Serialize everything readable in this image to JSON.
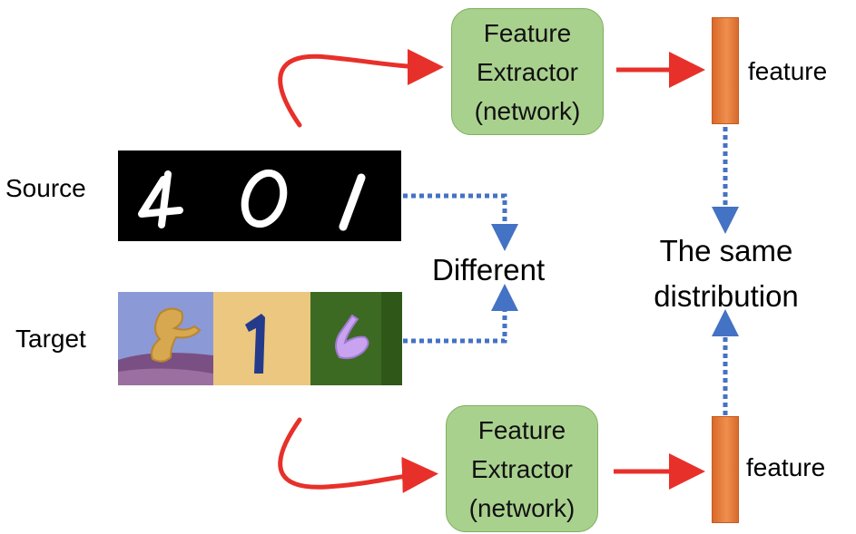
{
  "labels": {
    "source": "Source",
    "target": "Target",
    "different": "Different",
    "same_distribution": "The same distribution",
    "feature_top": "feature",
    "feature_bottom": "feature"
  },
  "extractor_top": {
    "text": "Feature\nExtractor\n(network)"
  },
  "extractor_bottom": {
    "text": "Feature\nExtractor\n(network)"
  },
  "source_digits": [
    "4",
    "0",
    "1"
  ],
  "target_digits": [
    "8",
    "1",
    "6"
  ],
  "colors": {
    "box_fill": "#a9d18e",
    "feature_bar": "#ed7d31",
    "red_arrow": "#e8302a",
    "blue_dotted": "#4472c4"
  }
}
